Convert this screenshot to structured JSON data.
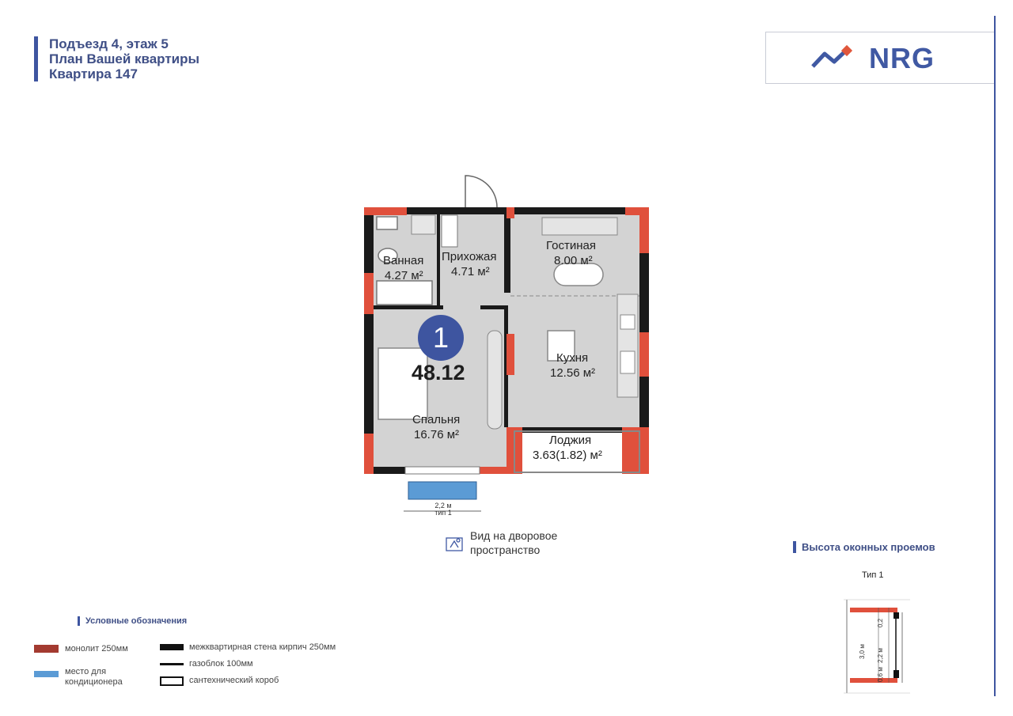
{
  "header": {
    "line1": "Подъезд 4, этаж 5",
    "line2": "План Вашей квартиры",
    "line3": "Квартира 147"
  },
  "logo": {
    "text": "NRG"
  },
  "apartment": {
    "rooms_count": "1",
    "total_area": "48.12"
  },
  "rooms": {
    "bathroom": {
      "name": "Ванная",
      "area": "4.27 м²"
    },
    "hallway": {
      "name": "Прихожая",
      "area": "4.71 м²"
    },
    "living": {
      "name": "Гостиная",
      "area": "8.00 м²"
    },
    "kitchen": {
      "name": "Кухня",
      "area": "12.56 м²"
    },
    "bedroom": {
      "name": "Спальня",
      "area": "16.76 м²"
    },
    "loggia": {
      "name": "Лоджия",
      "area": "3.63(1.82) м²"
    }
  },
  "window_note": {
    "width": "2,2 м",
    "type": "тип 1"
  },
  "view": {
    "line1": "Вид на дворовое",
    "line2": "пространство"
  },
  "legend": {
    "title": "Условные обозначения",
    "monolith": "монолит 250мм",
    "ac_place_1": "место для",
    "ac_place_2": "кондиционера",
    "brick_wall": "межквартирная стена кирпич 250мм",
    "gasblock": "газоблок 100мм",
    "plumbing": "сантехнический короб"
  },
  "window_heights": {
    "title": "Высота оконных проемов",
    "type_label": "Тип 1",
    "total": "3,0 м",
    "top": "0,2",
    "middle": "2,2 м",
    "bottom": "0,6 м"
  },
  "colors": {
    "accent": "#3e55a0",
    "monolith": "#e0503c",
    "ac_place": "#5b9bd5",
    "wall": "#1a1a1a",
    "floor": "#d3d3d3"
  }
}
